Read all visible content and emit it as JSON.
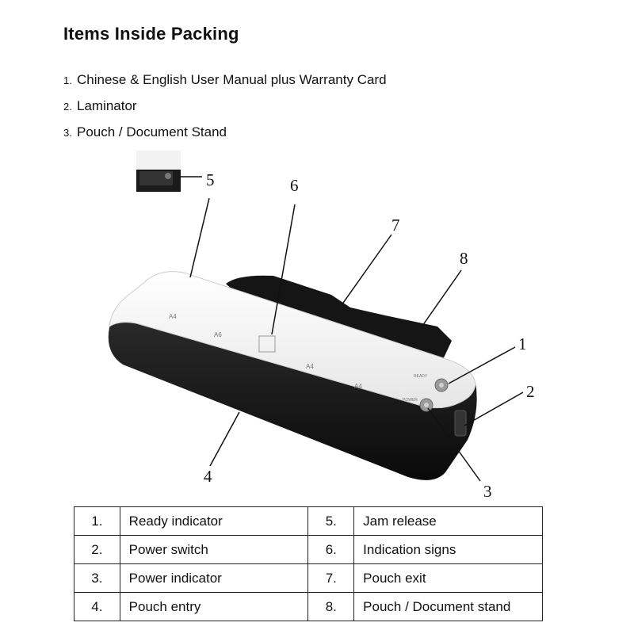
{
  "heading": "Items Inside Packing",
  "items": [
    {
      "num": "1.",
      "text": "Chinese & English User Manual plus Warranty Card"
    },
    {
      "num": "2.",
      "text": "Laminator"
    },
    {
      "num": "3.",
      "text": "Pouch / Document Stand"
    }
  ],
  "callouts": [
    "1",
    "2",
    "3",
    "4",
    "5",
    "6",
    "7",
    "8"
  ],
  "device_labels": {
    "a4_left": "A4",
    "a6": "A6",
    "a4_right": "A4",
    "ready": "READY",
    "power": "POWER"
  },
  "legend": [
    {
      "n1": "1.",
      "t1": "Ready indicator",
      "n2": "5.",
      "t2": "Jam release"
    },
    {
      "n1": "2.",
      "t1": "Power switch",
      "n2": "6.",
      "t2": "Indication signs"
    },
    {
      "n1": "3.",
      "t1": "Power indicator",
      "n2": "7.",
      "t2": "Pouch exit"
    },
    {
      "n1": "4.",
      "t1": "Pouch entry",
      "n2": "8.",
      "t2": "Pouch / Document stand"
    }
  ]
}
